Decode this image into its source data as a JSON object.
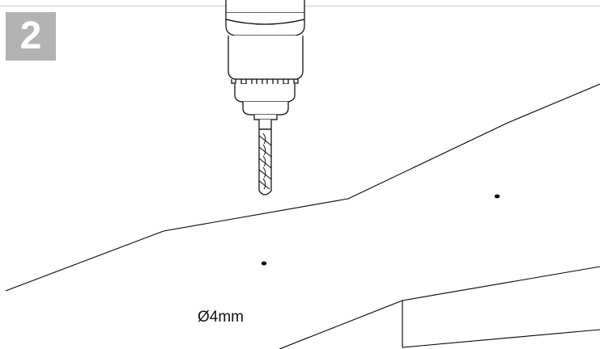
{
  "step": {
    "number": "2"
  },
  "annotation": {
    "drill_size": "Ø4mm"
  },
  "colors": {
    "badge_background": "#b3b3b3",
    "badge_text": "#ffffff",
    "line_art": "#000000",
    "top_rule": "#c8c8c8"
  },
  "icons": {
    "tool": "power-drill-with-bit",
    "marks": "pilot-hole-dots"
  }
}
